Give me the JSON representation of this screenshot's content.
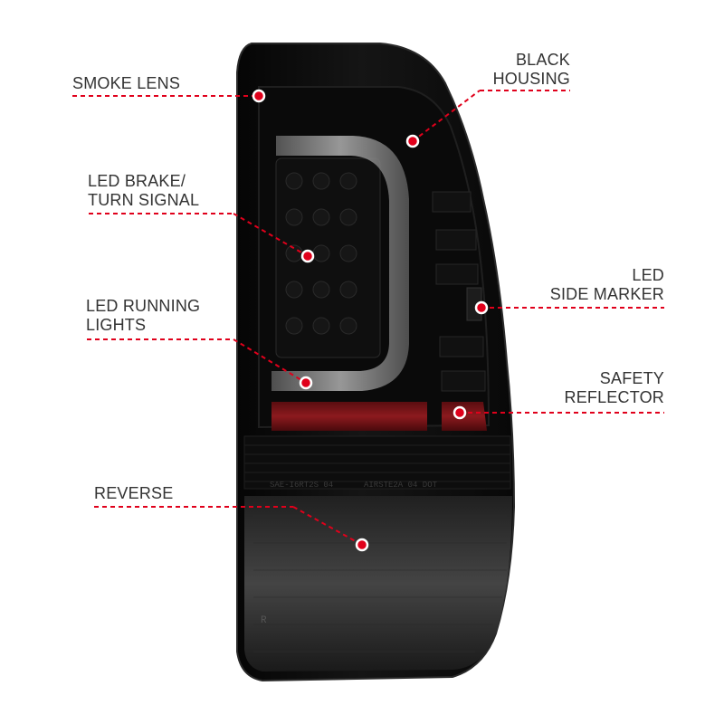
{
  "callouts": {
    "smoke_lens": "SMOKE LENS",
    "black_housing_line1": "BLACK",
    "black_housing_line2": "HOUSING",
    "led_brake_line1": "LED BRAKE/",
    "led_brake_line2": "TURN SIGNAL",
    "led_side_marker_line1": "LED",
    "led_side_marker_line2": "SIDE MARKER",
    "led_running_line1": "LED RUNNING",
    "led_running_line2": "LIGHTS",
    "safety_reflector_line1": "SAFETY",
    "safety_reflector_line2": "REFLECTOR",
    "reverse": "REVERSE"
  },
  "lens_markings": {
    "code_left": "SAE-I6RT2S 04",
    "code_right": "AIRSTE2A 04 DOT",
    "corner_mark": "R"
  },
  "colors": {
    "callout_line": "#e0001b",
    "housing": "#0c0c0c",
    "reflector": "#7a1418",
    "light_bar": "#8a8a8a",
    "reverse_lens": "#3a3a3a"
  }
}
